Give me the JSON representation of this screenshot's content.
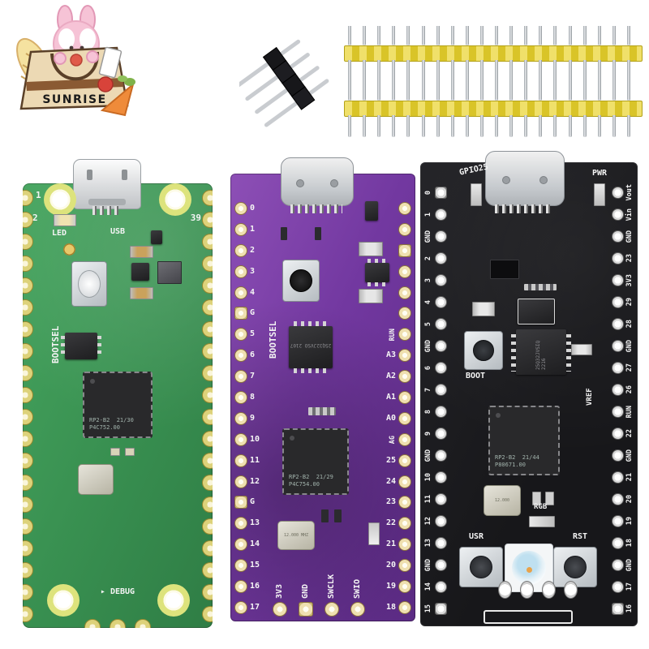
{
  "colors": {
    "green_pcb": "#3f9b58",
    "purple_pcb": "#7a3da2",
    "black_pcb": "#1b1b1e",
    "header_yellow": "#e6d33c",
    "pad_gold": "#d9ce74",
    "silkscreen": "#ffffff"
  },
  "logo": {
    "brand": "SUNRISE"
  },
  "headers": {
    "black_header_pins": 4,
    "yellow_strip_count": 2,
    "yellow_strip_pins": 20
  },
  "green_board": {
    "pin1": "1",
    "pin2": "2",
    "pin39": "39",
    "led": "LED",
    "usb": "USB",
    "bootsel": "BOOTSEL",
    "debug": "DEBUG",
    "chip_line1": "RP2-B2  21/30",
    "chip_line2": "P4C752.00",
    "edge_pads_per_side": 20,
    "debug_pads": 3
  },
  "purple_board": {
    "bootsel": "BOOTSEL",
    "left_pins": [
      "0",
      "1",
      "2",
      "3",
      "4",
      "G",
      "5",
      "6",
      "7",
      "8",
      "9",
      "10",
      "11",
      "12",
      "G",
      "13",
      "14",
      "15",
      "16",
      "17"
    ],
    "right_pins": [
      "",
      "",
      "",
      "",
      "",
      "",
      "RUN",
      "A3",
      "A2",
      "A1",
      "A0",
      "AG",
      "25",
      "24",
      "23",
      "22",
      "21",
      "20",
      "19",
      "18"
    ],
    "bottom_pins": [
      "3V3",
      "GND",
      "SWCLK",
      "SWIO"
    ],
    "flash": "25Q32JVSO 2107",
    "chip_line1": "RP2-B2  21/29",
    "chip_line2": "P4C754.00",
    "crystal": "12.000 MHZ"
  },
  "black_board": {
    "top_left_label": "GPIO25",
    "top_right_label": "PWR",
    "left_pins": [
      "0",
      "1",
      "GND",
      "2",
      "3",
      "4",
      "5",
      "GND",
      "6",
      "7",
      "8",
      "9",
      "GND",
      "10",
      "11",
      "12",
      "13",
      "GND",
      "14",
      "15"
    ],
    "right_pins": [
      "Vout",
      "Vin",
      "GND",
      "23",
      "3V3",
      "29",
      "28",
      "GND",
      "27",
      "26",
      "RUN",
      "22",
      "GND",
      "21",
      "20",
      "19",
      "18",
      "GND",
      "17",
      "16"
    ],
    "boot": "BOOT",
    "vref": "VREF",
    "rgb": "RGB",
    "usr": "USR",
    "rst": "RST",
    "flash": "25Q32JVSIQ 2216",
    "chip_line1": "RP2-B2  21/44",
    "chip_line2": "P80671.00",
    "crystal": "12.000"
  }
}
